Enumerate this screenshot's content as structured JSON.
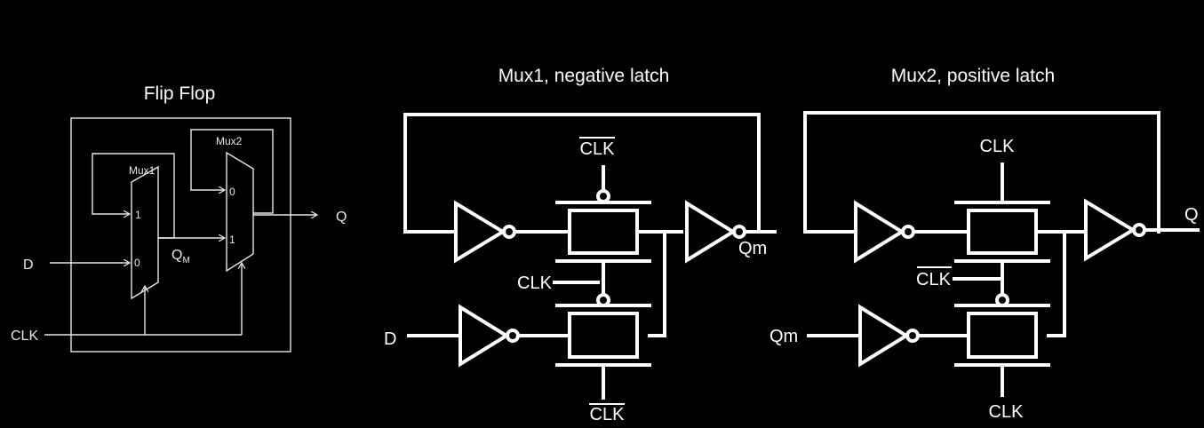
{
  "flipflop": {
    "title": "Flip Flop",
    "mux1": "Mux1",
    "mux2": "Mux2",
    "in1": "1",
    "in0": "0",
    "mux2_in0": "0",
    "mux2_in1": "1",
    "d": "D",
    "clk": "CLK",
    "q": "Q",
    "qm": "Q",
    "qm_sub": "M"
  },
  "latch1": {
    "title": "Mux1, negative latch",
    "top_ctrl": "CLK",
    "top_ctrl_bar": true,
    "mid_ctrl": "CLK",
    "bot_ctrl": "CLK",
    "bot_ctrl_bar": true,
    "input": "D",
    "output": "Qm"
  },
  "latch2": {
    "title": "Mux2, positive latch",
    "top_ctrl": "CLK",
    "mid_ctrl": "CLK",
    "mid_ctrl_bar": true,
    "bot_ctrl": "CLK",
    "input": "Qm",
    "output": "Q"
  }
}
